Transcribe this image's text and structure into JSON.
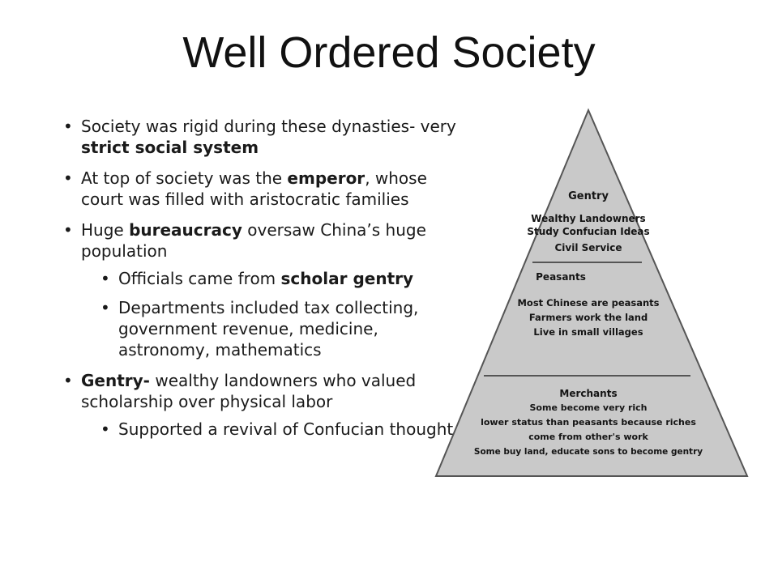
{
  "slide": {
    "title": "Well Ordered Society"
  },
  "bullets": {
    "b1": {
      "text_a": "Society was rigid during these dynasties- very ",
      "bold": "strict social system"
    },
    "b2": {
      "text_a": "At top of society was the ",
      "bold": "emperor",
      "text_b": ", whose court was filled with aristocratic families"
    },
    "b3": {
      "text_a": "Huge ",
      "bold": "bureaucracy",
      "text_b": " oversaw China’s huge population",
      "sub1": {
        "text_a": "Officials came from ",
        "bold": "scholar gentry"
      },
      "sub2": {
        "text_a": "Departments included tax collecting, government revenue, medicine, astronomy, mathematics"
      }
    },
    "b4": {
      "bold": "Gentry-",
      "text_b": " wealthy landowners who valued scholarship over physical labor",
      "sub1": {
        "text_a": "Supported a revival of Confucian thought"
      }
    }
  },
  "pyramid": {
    "fill_color": "#c9c9c9",
    "stroke_color": "#555555",
    "gentry": {
      "heading": "Gentry",
      "lines": [
        "Wealthy Landowners",
        "Study Confucian Ideas",
        "Civil Service"
      ]
    },
    "peasants": {
      "heading": "Peasants",
      "lines": [
        "Most Chinese are peasants",
        "Farmers work the land",
        "Live in small villages"
      ]
    },
    "merchants": {
      "heading": "Merchants",
      "lines": [
        "Some become very rich",
        "lower status than peasants because riches",
        "come from other's work",
        "Some buy land, educate sons to become gentry"
      ]
    }
  }
}
